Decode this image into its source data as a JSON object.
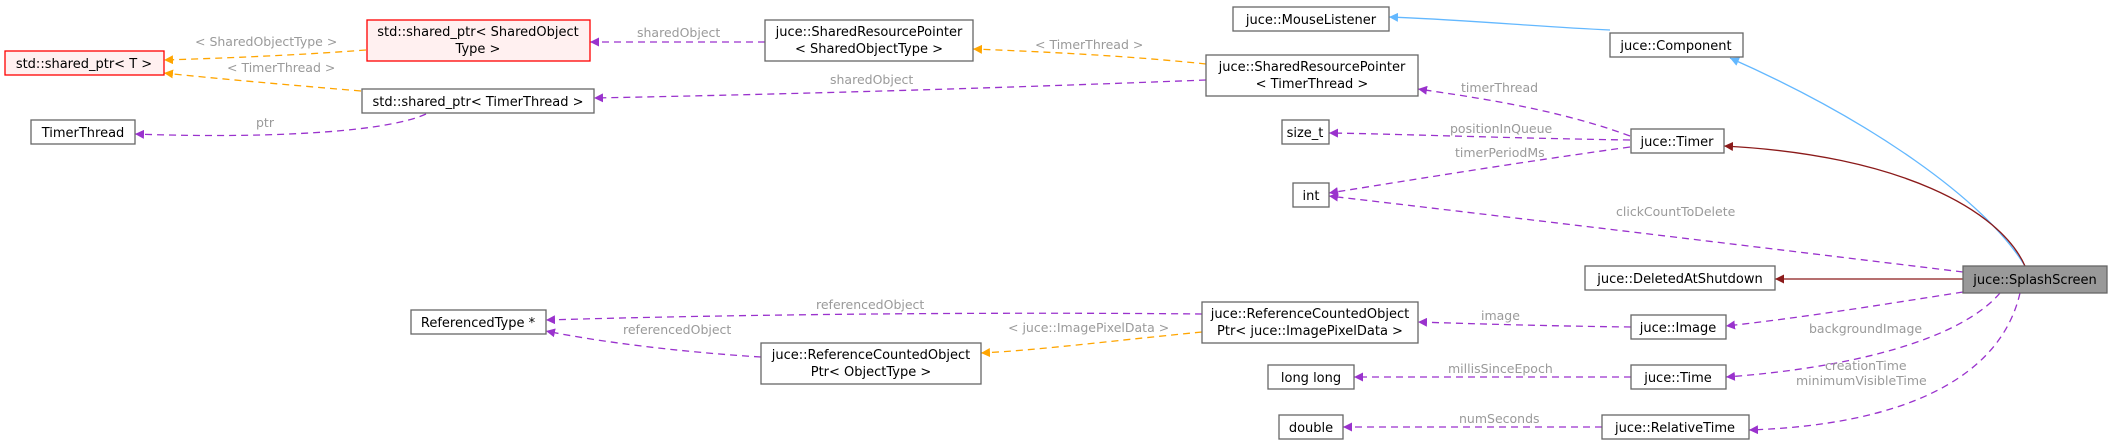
{
  "nodes": {
    "std_shared_ptr_T": [
      "std::shared_ptr< T >"
    ],
    "shared_ptr_SharedObjectType": [
      "std::shared_ptr< SharedObject",
      "Type >"
    ],
    "shared_resource_pointer_SharedObjectType": [
      "juce::SharedResourcePointer",
      "< SharedObjectType >"
    ],
    "juce_mouse_listener": [
      "juce::MouseListener"
    ],
    "juce_component": [
      "juce::Component"
    ],
    "shared_resource_pointer_TimerThread": [
      "juce::SharedResourcePointer",
      "< TimerThread >"
    ],
    "shared_ptr_TimerThread": [
      "std::shared_ptr< TimerThread >"
    ],
    "timer_thread": [
      "TimerThread"
    ],
    "size_t": [
      "size_t"
    ],
    "juce_timer": [
      "juce::Timer"
    ],
    "int": [
      "int"
    ],
    "juce_deleted_at_shutdown": [
      "juce::DeletedAtShutdown"
    ],
    "juce_splash_screen": [
      "juce::SplashScreen"
    ],
    "referenced_type_ptr": [
      "ReferencedType *"
    ],
    "ref_counted_ptr_ImagePixelData": [
      "juce::ReferenceCountedObject",
      "Ptr< juce::ImagePixelData >"
    ],
    "juce_image": [
      "juce::Image"
    ],
    "ref_counted_ptr_ObjectType": [
      "juce::ReferenceCountedObject",
      "Ptr< ObjectType >"
    ],
    "long_long": [
      "long long"
    ],
    "juce_time": [
      "juce::Time"
    ],
    "double": [
      "double"
    ],
    "juce_relative_time": [
      "juce::RelativeTime"
    ]
  },
  "edge_labels": {
    "shared_object_type": "< SharedObjectType >",
    "shared_object_1": "sharedObject",
    "timer_thread_tmpl_1": "< TimerThread >",
    "timer_thread_tmpl_2": "< TimerThread >",
    "shared_object_2": "sharedObject",
    "ptr": "ptr",
    "timer_thread_member": "timerThread",
    "position_in_queue": "positionInQueue",
    "timer_period_ms": "timerPeriodMs",
    "click_count_to_delete": "clickCountToDelete",
    "referenced_object_1": "referencedObject",
    "referenced_object_2": "referencedObject",
    "image_pixel_data_tmpl": "< juce::ImagePixelData >",
    "image": "image",
    "background_image": "backgroundImage",
    "creation_time": "creationTime",
    "millis_since_epoch": "millisSinceEpoch",
    "minimum_visible_time": "minimumVisibleTime",
    "num_seconds": "numSeconds"
  },
  "colors": {
    "inheritance_public": "#63b8ff",
    "inheritance_private": "#8b1a1a",
    "usage": "#9a32cd",
    "template_instance": "#ffa500",
    "node_border": "#666666",
    "node_highlight": "#999999",
    "node_red_border": "#ff0000"
  }
}
